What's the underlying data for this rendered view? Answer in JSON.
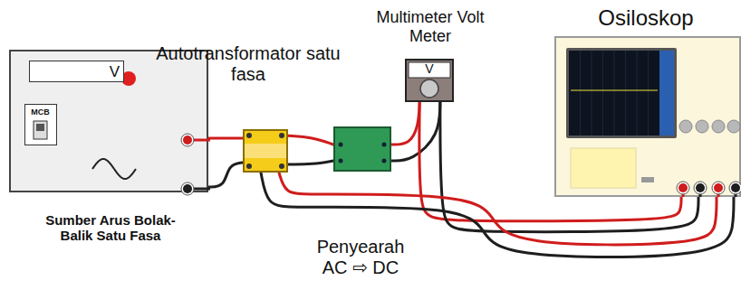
{
  "diagram": {
    "nodes": [
      {
        "text": [
          "Sumber Arus Bolak-Balik Satu Fasa"
        ]
      },
      {
        "text": [
          "V"
        ],
        "in": 0
      },
      {
        "text": [
          "MCB"
        ],
        "in": 0
      },
      {
        "text": [
          "Autotransformator satu fasa"
        ]
      },
      {
        "text": [
          "Penyearah AC ⇨ DC"
        ]
      },
      {
        "text": [
          "Multimeter Volt Meter",
          "V"
        ]
      },
      {
        "text": [
          "Osiloskop"
        ]
      }
    ],
    "edges": [
      {
        "from": 0,
        "to": 3,
        "arrow": "none"
      },
      {
        "from": 0,
        "to": 3,
        "arrow": "none"
      },
      {
        "from": 3,
        "to": 4,
        "arrow": "none"
      },
      {
        "from": 3,
        "to": 4,
        "arrow": "none"
      },
      {
        "from": 4,
        "to": 5,
        "arrow": "none"
      },
      {
        "from": 4,
        "to": 5,
        "arrow": "none"
      },
      {
        "from": 5,
        "to": 6,
        "arrow": "none"
      },
      {
        "from": 5,
        "to": 6,
        "arrow": "none"
      },
      {
        "from": 3,
        "to": 6,
        "arrow": "none"
      },
      {
        "from": 3,
        "to": 6,
        "arrow": "none"
      }
    ]
  }
}
